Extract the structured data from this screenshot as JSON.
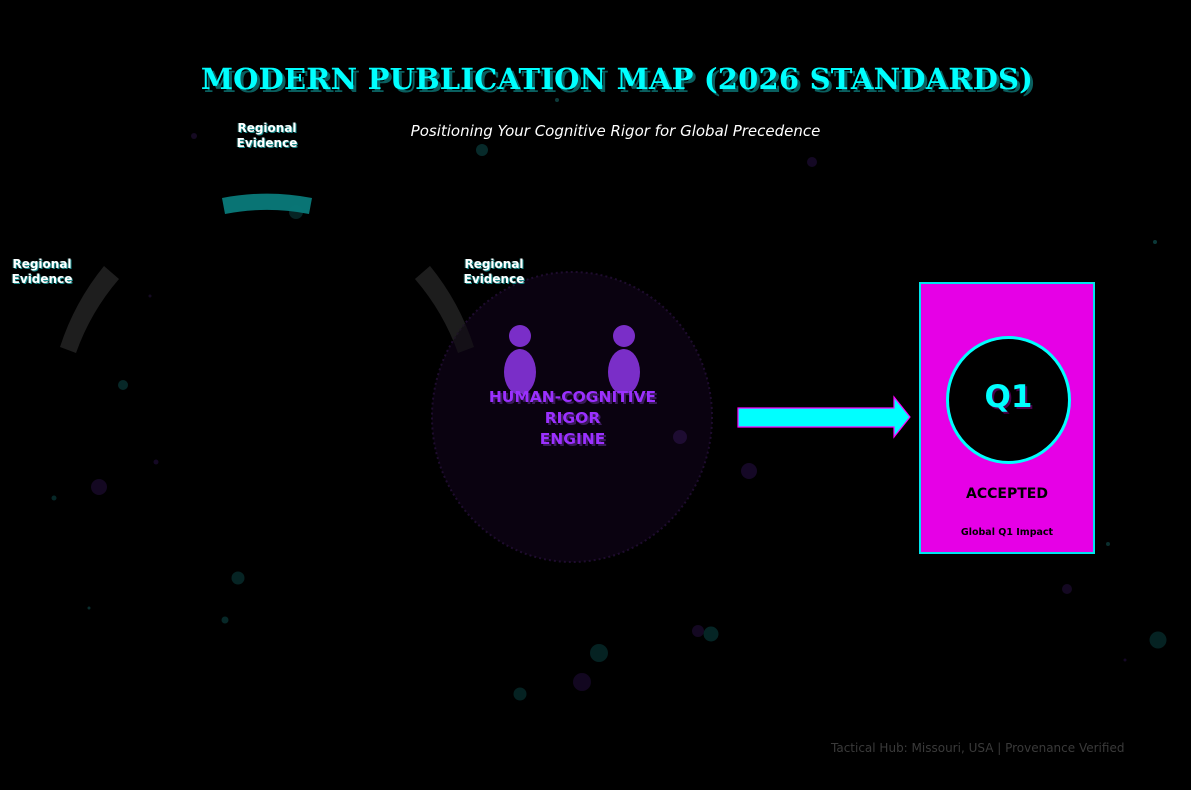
{
  "header": {
    "title": "MODERN PUBLICATION MAP (2026 STANDARDS)",
    "subtitle": "Positioning Your Cognitive Rigor for Global Precedence"
  },
  "regional_nodes": [
    {
      "label_line1": "Regional",
      "label_line2": "Evidence",
      "position": "top",
      "arc_color": "#0a7a7a",
      "highlighted": true
    },
    {
      "label_line1": "Regional",
      "label_line2": "Evidence",
      "position": "left",
      "arc_color": "#1e1e1e",
      "highlighted": false
    },
    {
      "label_line1": "Regional",
      "label_line2": "Evidence",
      "position": "right",
      "arc_color": "#1e1e1e",
      "highlighted": false
    }
  ],
  "engine": {
    "label_line1": "HUMAN-COGNITIVE",
    "label_line2": "RIGOR",
    "label_line3": "ENGINE",
    "icon": "two-people-icon",
    "fill_color": "#0a0210",
    "accent_color": "#7a2ec8"
  },
  "flow_arrow": {
    "icon": "right-arrow-icon",
    "fill_color": "#00ffff",
    "stroke_color": "#ff00ff"
  },
  "result_card": {
    "badge": "Q1",
    "status": "ACCEPTED",
    "caption": "Global Q1 Impact",
    "fill_color": "#e600e6",
    "border_color": "#00e5ee"
  },
  "footer": {
    "text": "Tactical Hub: Missouri, USA | Provenance Verified"
  },
  "colors": {
    "background": "#000000",
    "primary_cyan": "#00ffff",
    "magenta": "#e600e6",
    "purple": "#7a2ec8"
  }
}
